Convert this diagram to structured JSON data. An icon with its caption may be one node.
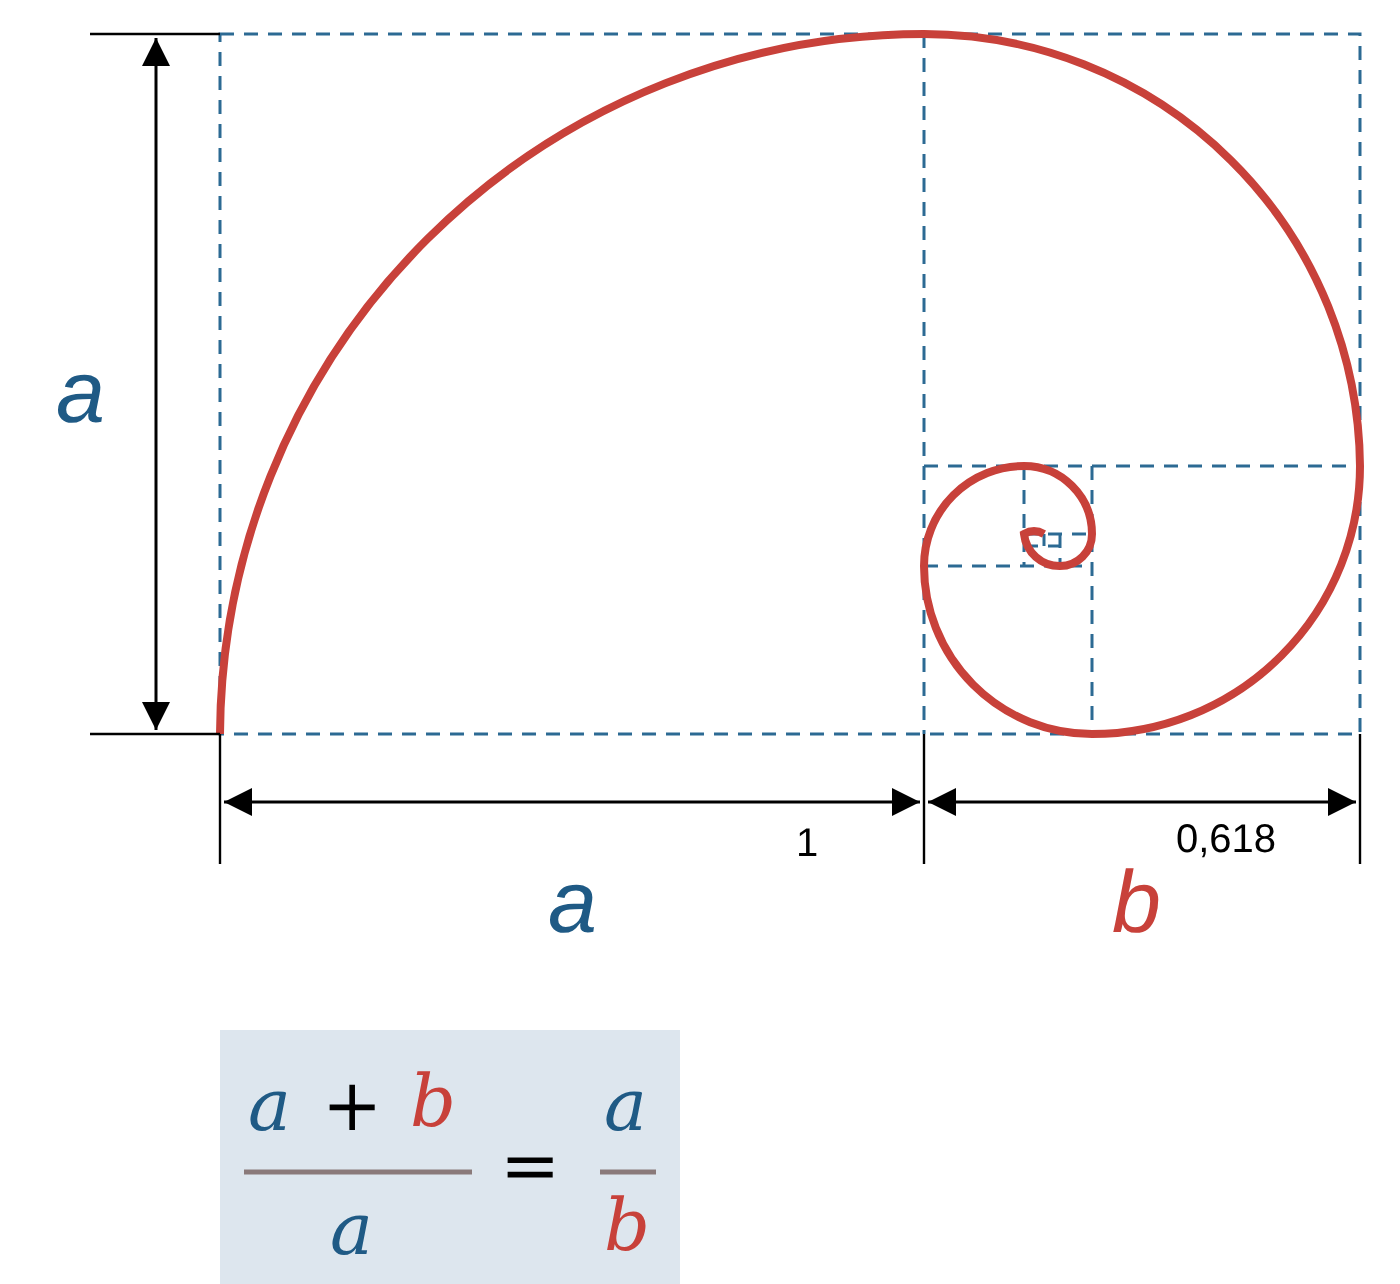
{
  "diagram": {
    "labels": [
      "a",
      "1",
      "0,618",
      "a",
      "b",
      "a",
      "+",
      "b",
      "a",
      "=",
      "a",
      "b"
    ]
  }
}
